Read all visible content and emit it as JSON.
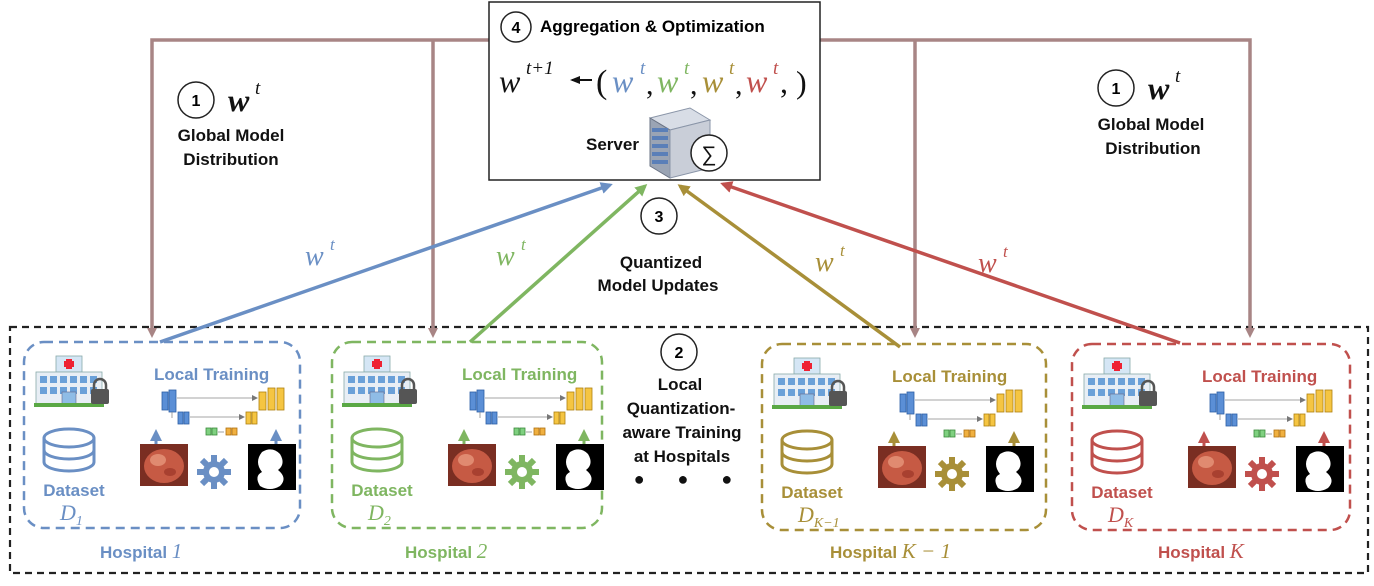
{
  "colors": {
    "blue": "#6a8fc4",
    "green": "#7fb661",
    "olive": "#a88f38",
    "red": "#c0504d",
    "mauve": "#a88585",
    "black": "#1a1a1a"
  },
  "server": {
    "step": "4",
    "title": "Aggregation &  Optimization",
    "eq_w": "w",
    "eq_sup": "t+1",
    "eq_paren_open": "(",
    "eq_terms": [
      "w",
      "w",
      "w",
      "w"
    ],
    "eq_term_sup": "t",
    "eq_tail": ", )",
    "label": "Server",
    "sigma": "∑"
  },
  "distribution_left": {
    "step": "1",
    "symbol": "w",
    "sup": "t",
    "line1": "Global Model",
    "line2": "Distribution"
  },
  "distribution_right": {
    "step": "1",
    "symbol": "w",
    "sup": "t",
    "line1": "Global Model",
    "line2": "Distribution"
  },
  "updates": {
    "step": "3",
    "line1": "Quantized",
    "line2": "Model Updates"
  },
  "upload_labels": {
    "symbol": "w",
    "sup": "t"
  },
  "local": {
    "step": "2",
    "lines": [
      "Local",
      "Quantization-",
      "aware Training",
      "at Hospitals"
    ],
    "dots": "● ● ●"
  },
  "hospitals": [
    {
      "training": "Local Training",
      "dataset": "Dataset",
      "ds_main": "D",
      "ds_sub": "1",
      "name": "Hospital",
      "name_math": "1"
    },
    {
      "training": "Local Training",
      "dataset": "Dataset",
      "ds_main": "D",
      "ds_sub": "2",
      "name": "Hospital",
      "name_math": "2"
    },
    {
      "training": "Local Training",
      "dataset": "Dataset",
      "ds_main": "D",
      "ds_sub": "K−1",
      "name": "Hospital",
      "name_math": "K − 1"
    },
    {
      "training": "Local Training",
      "dataset": "Dataset",
      "ds_main": "D",
      "ds_sub": "K",
      "name": "Hospital",
      "name_math": "K"
    }
  ]
}
